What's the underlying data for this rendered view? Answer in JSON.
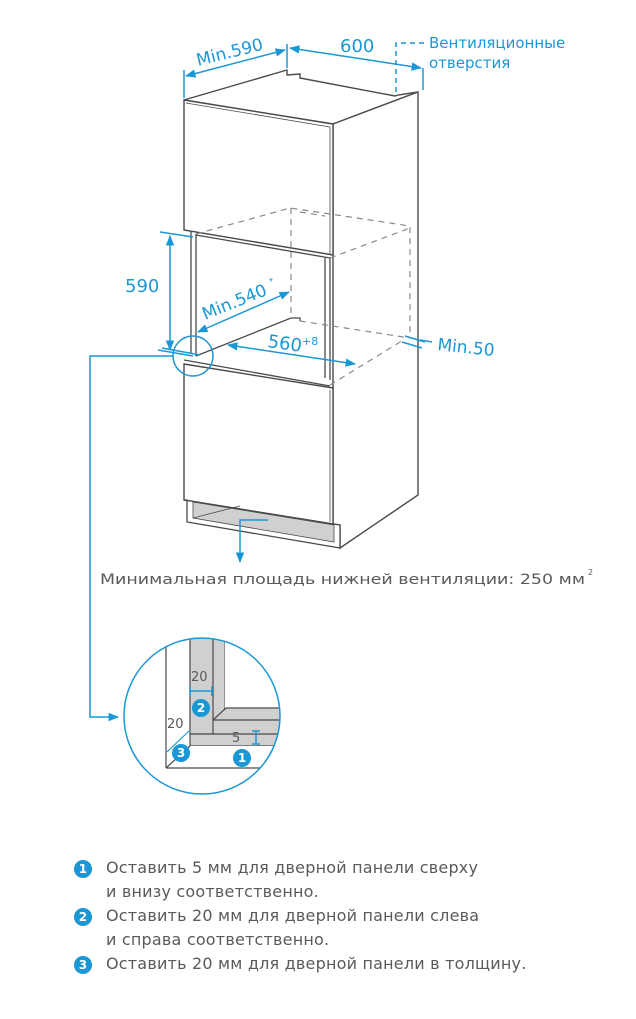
{
  "colors": {
    "accent": "#1a97d5",
    "line": "#4a4a4a",
    "dashed": "#8a8a8a",
    "vent_fill": "#d0d0d0",
    "text_gray": "#5a5a5a"
  },
  "dimensions": {
    "depth_min": "Min.590",
    "width_top": "600",
    "ventilation_label_1": "Вентиляционные",
    "ventilation_label_2": "отверстия",
    "niche_height": "590",
    "niche_depth_min": "Min.540",
    "niche_depth_mark": "*",
    "niche_width": "560",
    "niche_width_tolerance": "+8",
    "rear_gap_min": "Min.50"
  },
  "bottom_vent": {
    "text": "Минимальная площадь нижней вентиляции: 250 мм",
    "superscript": "2"
  },
  "detail": {
    "gap_side": "20",
    "gap_depth": "20",
    "gap_bottom": "5",
    "marker_1": "1",
    "marker_2": "2",
    "marker_3": "3"
  },
  "notes": [
    {
      "marker": "1",
      "line1": "Оставить 5 мм для дверной панели сверху",
      "line2": "и внизу соответственно."
    },
    {
      "marker": "2",
      "line1": "Оставить 20 мм для дверной панели слева",
      "line2": "и справа соответственно."
    },
    {
      "marker": "3",
      "line1": "Оставить 20 мм для дверной панели в толщину.",
      "line2": ""
    }
  ]
}
